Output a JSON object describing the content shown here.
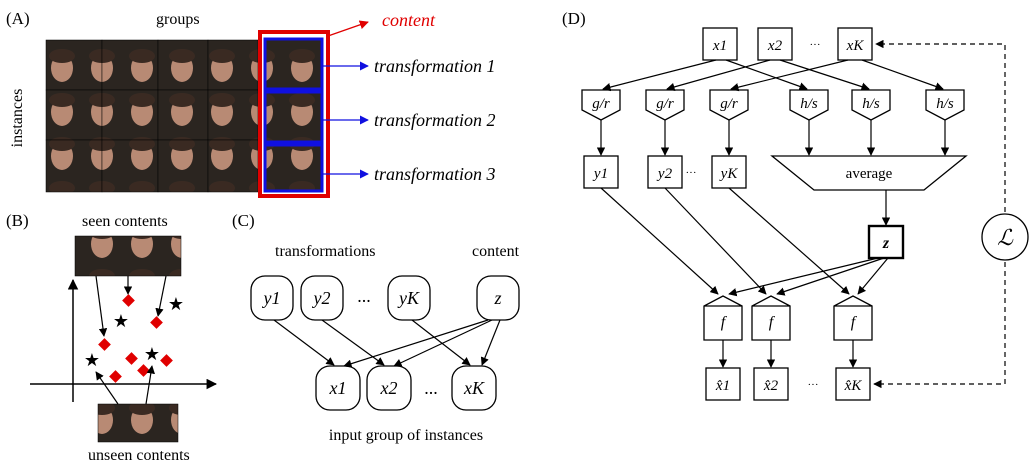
{
  "panels": {
    "a": {
      "label": "(A)",
      "groups_label": "groups",
      "instances_label": "instances",
      "content_label": "content",
      "transformations": [
        "transformation 1",
        "transformation 2",
        "transformation 3"
      ],
      "colors": {
        "content_box": "#e00000",
        "transformation_box": "#1010e0"
      }
    },
    "b": {
      "label": "(B)",
      "seen_label": "seen contents",
      "unseen_label": "unseen contents",
      "colors": {
        "seen_marker": "#e00000",
        "unseen_marker": "#22b030"
      }
    },
    "c": {
      "label": "(C)",
      "transformations_label": "transformations",
      "content_label": "content",
      "top_nodes": [
        "y1",
        "y2",
        "yK"
      ],
      "content_node": "z",
      "bottom_nodes": [
        "x1",
        "x2",
        "xK"
      ],
      "dots": "...",
      "caption": "input group of instances"
    },
    "d": {
      "label": "(D)",
      "inputs": [
        "x1",
        "x2",
        "xK"
      ],
      "g_blocks": [
        "g/r",
        "g/r",
        "g/r"
      ],
      "h_blocks": [
        "h/s",
        "h/s",
        "h/s"
      ],
      "y_nodes": [
        "y1",
        "y2",
        "yK"
      ],
      "average_label": "average",
      "z_label": "z",
      "f_blocks": [
        "f",
        "f",
        "f"
      ],
      "outputs": [
        "x̂1",
        "x̂2",
        "x̂K"
      ],
      "loss_label": "ℒ",
      "dots": "···"
    }
  }
}
